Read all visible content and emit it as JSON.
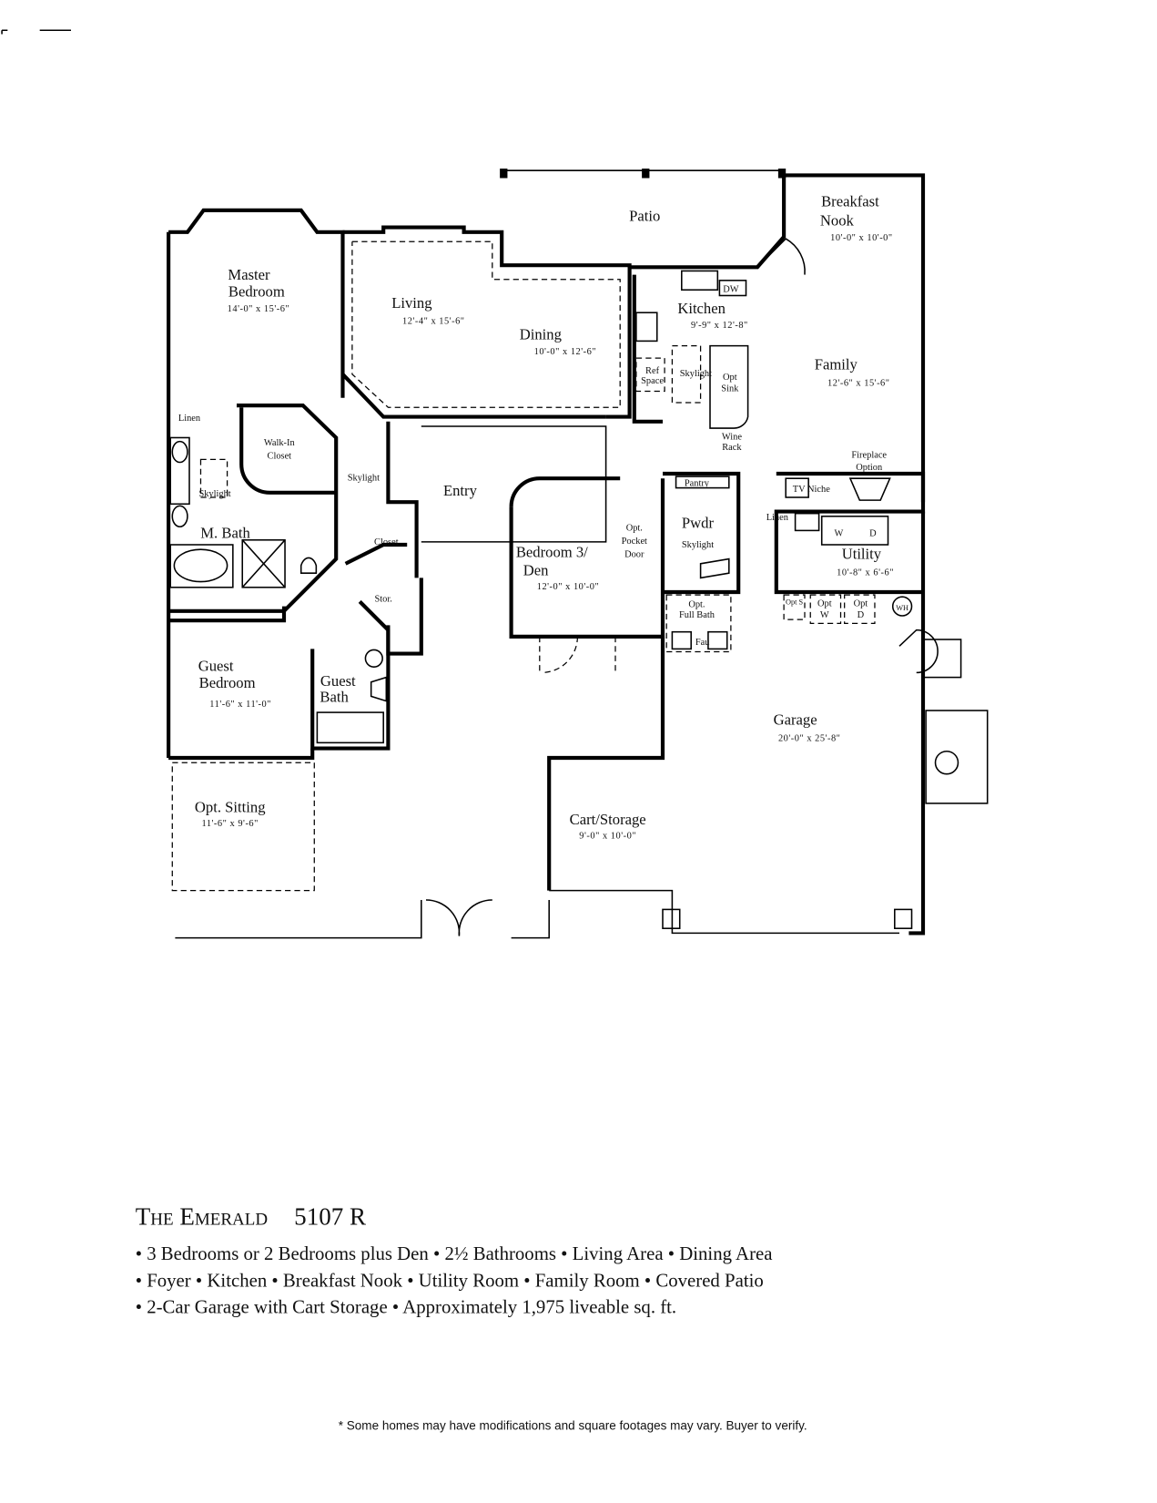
{
  "plan": {
    "rooms": {
      "patio": "Patio",
      "breakfast_nook": [
        "Breakfast",
        "Nook"
      ],
      "breakfast_nook_dims": "10'-0\" x 10'-0\"",
      "master_bedroom": [
        "Master",
        "Bedroom"
      ],
      "master_bedroom_dims": "14'-0\" x 15'-6\"",
      "living": "Living",
      "living_dims": "12'-4\" x 15'-6\"",
      "dining": "Dining",
      "dining_dims": "10'-0\" x 12'-6\"",
      "kitchen": "Kitchen",
      "kitchen_dims": "9'-9\" x 12'-8\"",
      "family": "Family",
      "family_dims": "12'-6\" x 15'-6\"",
      "walk_in_closet": [
        "Walk-In",
        "Closet"
      ],
      "entry": "Entry",
      "m_bath": "M. Bath",
      "bedroom3": [
        "Bedroom 3/",
        "Den"
      ],
      "bedroom3_dims": "12'-0\" x 10'-0\"",
      "pwdr": "Pwdr",
      "utility": "Utility",
      "utility_dims": "10'-8\" x 6'-6\"",
      "guest_bedroom": [
        "Guest",
        "Bedroom"
      ],
      "guest_bedroom_dims": "11'-6\" x 11'-0\"",
      "guest_bath": [
        "Guest",
        "Bath"
      ],
      "garage": "Garage",
      "garage_dims": "20'-0\" x 25'-8\"",
      "opt_sitting": "Opt. Sitting",
      "opt_sitting_dims": "11'-6\" x 9'-6\"",
      "cart_storage": "Cart/Storage",
      "cart_storage_dims": "9'-0\" x 10'-0\""
    },
    "features": {
      "dw": "DW",
      "ref_space": [
        "Ref",
        "Space"
      ],
      "skylight": "Skylight",
      "opt_sink": [
        "Opt",
        "Sink"
      ],
      "wine_rack": [
        "Wine",
        "Rack"
      ],
      "linen": "Linen",
      "closet": "Closet",
      "stor": "Stor.",
      "pocket_door": [
        "Opt.",
        "Pocket",
        "Door"
      ],
      "pantry": "Pantry",
      "tv_niche": "TV Niche",
      "fireplace": [
        "Fireplace",
        "Option"
      ],
      "w": "W",
      "d": "D",
      "opt_full_bath": [
        "Opt.",
        "Full Bath"
      ],
      "fau": "Fau",
      "opt_s": "Opt S",
      "opt_w": [
        "Opt",
        "W"
      ],
      "opt_d": [
        "Opt",
        "D"
      ],
      "wh": "WH"
    }
  },
  "footer": {
    "title_small_caps": "The Emerald",
    "model": "5107 R",
    "bullets": [
      "• 3 Bedrooms or 2 Bedrooms plus Den • 2½ Bathrooms • Living Area • Dining Area",
      "• Foyer • Kitchen • Breakfast Nook • Utility Room • Family Room • Covered Patio",
      "• 2-Car Garage with Cart Storage • Approximately 1,975 liveable sq. ft."
    ],
    "disclaimer": "* Some homes may have modifications and square footages may vary. Buyer to verify."
  }
}
